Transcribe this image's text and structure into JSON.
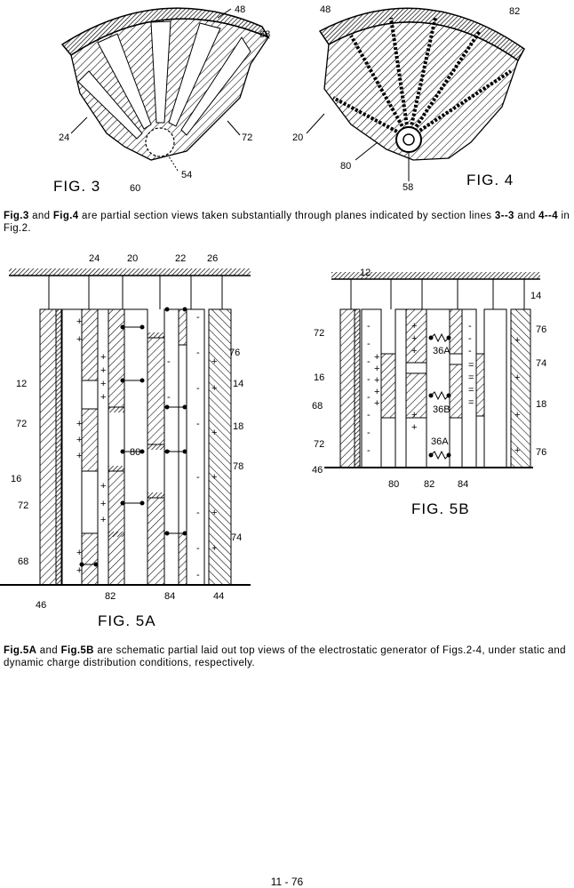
{
  "figures": {
    "fig3": {
      "title": "FIG. 3",
      "labels": [
        "48",
        "68",
        "24",
        "72",
        "54",
        "60"
      ]
    },
    "fig4": {
      "title": "FIG. 4",
      "labels": [
        "48",
        "82",
        "20",
        "80",
        "58"
      ]
    },
    "fig5a": {
      "title": "FIG. 5A",
      "labels": [
        "24",
        "20",
        "22",
        "26",
        "76",
        "12",
        "14",
        "72",
        "18",
        "80",
        "78",
        "16",
        "72",
        "74",
        "68",
        "46",
        "82",
        "84",
        "44"
      ]
    },
    "fig5b": {
      "title": "FIG. 5B",
      "labels": [
        "12",
        "14",
        "72",
        "76",
        "36A",
        "74",
        "16",
        "36B",
        "18",
        "68",
        "36A",
        "72",
        "76",
        "46",
        "80",
        "82",
        "84"
      ]
    }
  },
  "captions": {
    "c1": {
      "fig3": "Fig.3",
      "and1": " and ",
      "fig4": "Fig.4",
      "text1": " are partial section views taken substantially through planes indicated by section lines ",
      "sec1": "3--3",
      "and2": " and ",
      "sec2": "4--4",
      "text2": " in Fig.2."
    },
    "c2": {
      "fig5a": "Fig.5A",
      "and1": " and ",
      "fig5b": "Fig.5B",
      "text": " are schematic partial laid out top views of the electrostatic generator of Figs.2-4, under static and dynamic charge distribution conditions, respectively."
    }
  },
  "page_number": "11 - 76"
}
